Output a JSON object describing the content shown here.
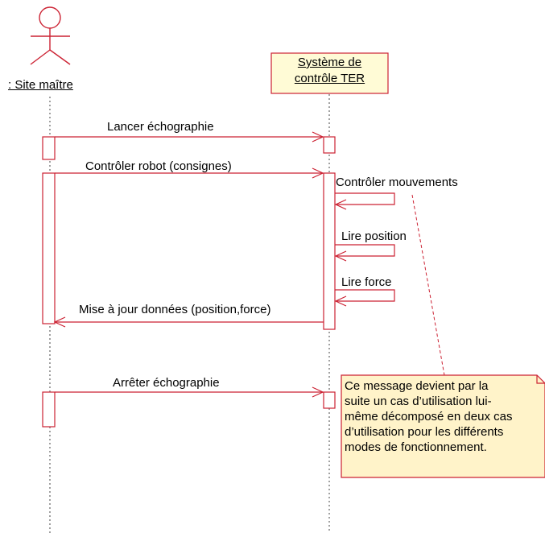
{
  "actor": {
    "label": ": Site maître"
  },
  "system": {
    "line1": "Système de",
    "line2": "contrôle TER"
  },
  "messages": [
    {
      "label": "Lancer échographie"
    },
    {
      "label": "Contrôler robot (consignes)"
    },
    {
      "label": "Contrôler mouvements"
    },
    {
      "label": "Lire position"
    },
    {
      "label": "Lire force"
    },
    {
      "label": "Mise à jour données (position,force)"
    },
    {
      "label": "Arrêter échographie"
    }
  ],
  "note": {
    "text": "Ce message devient par la\nsuite un cas d’utilisation lui-\nmême décomposé en deux cas\nd’utilisation pour les différents\nmodes de fonctionnement."
  },
  "colors": {
    "line": "#cc2233",
    "box_fill": "#fffbd6",
    "note_fill": "#fff3c9"
  }
}
